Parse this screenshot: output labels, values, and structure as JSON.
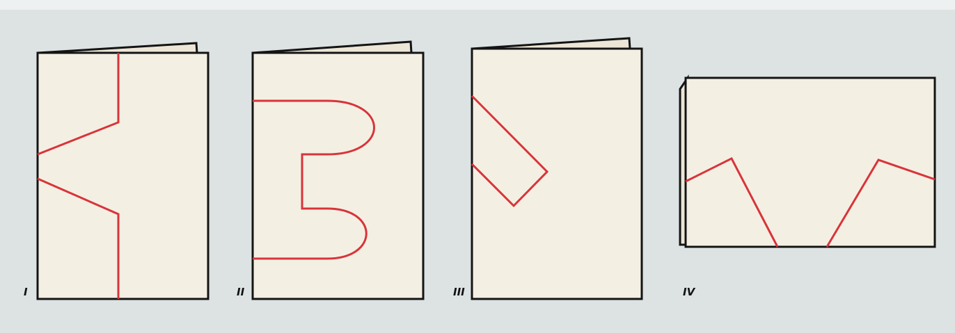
{
  "colors": {
    "background": "#dde3e3",
    "card_fill": "#f4efe3",
    "card_back_fill": "#ece6d6",
    "outline": "#141414",
    "cut_line": "#d8343a"
  },
  "panels": [
    {
      "label": "I",
      "card": "folded-card-portrait",
      "cut_shape": "angled-notch-cut"
    },
    {
      "label": "II",
      "card": "folded-card-portrait",
      "cut_shape": "rounded-tab-cut"
    },
    {
      "label": "III",
      "card": "folded-card-portrait",
      "cut_shape": "diagonal-rectangle-cut"
    },
    {
      "label": "IV",
      "card": "folded-card-landscape",
      "cut_shape": "double-peak-cut"
    }
  ]
}
